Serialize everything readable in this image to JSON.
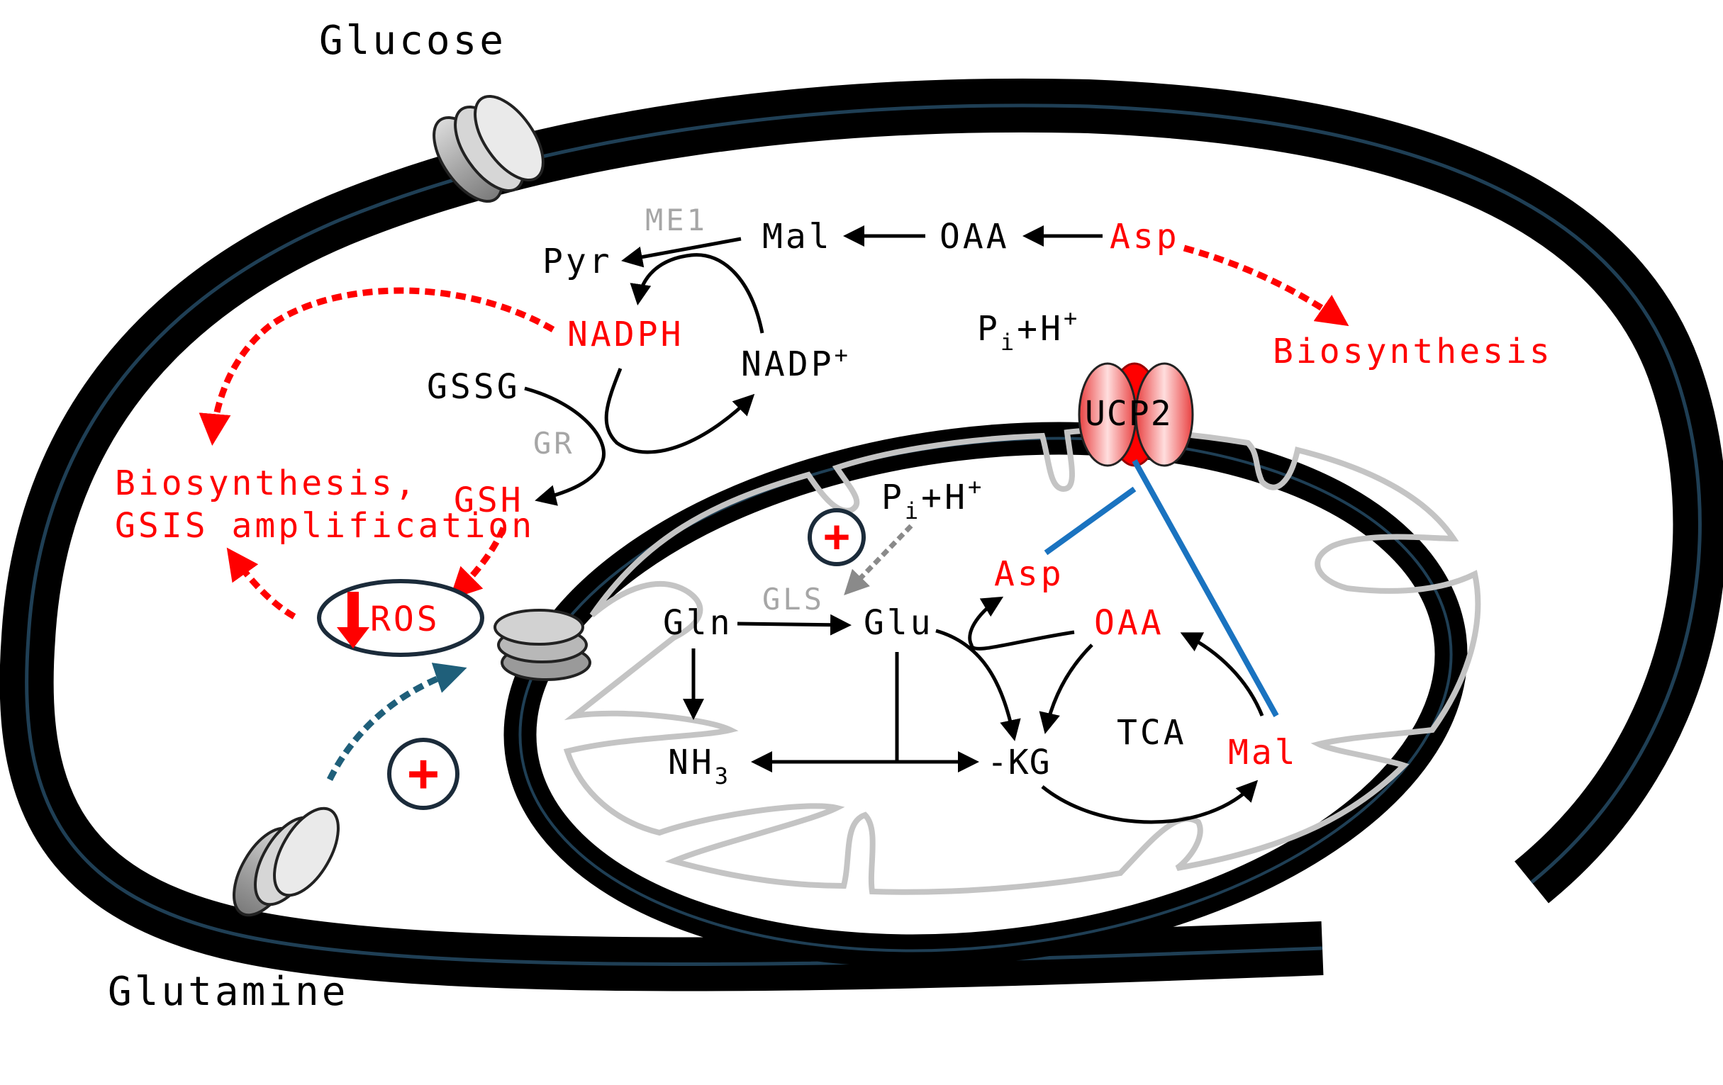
{
  "labels": {
    "glucose": "Glucose",
    "glutamine": "Glutamine",
    "me1": "ME1",
    "mal_cyto": "Mal",
    "oaa_cyto": "OAA",
    "asp_cyto": "Asp",
    "pyr": "Pyr",
    "nadph": "NADPH",
    "nadp_plus": "NADP",
    "nadp_sup": "+",
    "pi_h_cyto_p": "P",
    "pi_h_cyto_i": "i",
    "pi_h_cyto_rest": "+H",
    "pi_h_cyto_sup": "+",
    "biosynthesis_right": "Biosynthesis",
    "gssg": "GSSG",
    "gr": "GR",
    "gsh": "GSH",
    "biosynthesis_left_1": "Biosynthesis,",
    "biosynthesis_left_2": "GSIS amplification",
    "ros": "ROS",
    "ucp2": "UCP2",
    "pi_h_mito_p": "P",
    "pi_h_mito_i": "i",
    "pi_h_mito_rest": "+H",
    "pi_h_mito_sup": "+",
    "asp_mito": "Asp",
    "gls": "GLS",
    "gln": "Gln",
    "glu": "Glu",
    "oaa_mito": "OAA",
    "nh3": "NH",
    "nh3_sub": "3",
    "akg": "-KG",
    "tca": "TCA",
    "mal_mito": "Mal",
    "plus_symbol": "+"
  },
  "colors": {
    "membrane": "#000000",
    "membrane_inner_line": "#1f3f55",
    "highlight_red": "#ff0000",
    "enzyme_gray": "#a6a6a6",
    "blue_line": "#1a73c0",
    "teal_arrow": "#1f5f7a",
    "dark_outline": "#1b2b3a"
  }
}
